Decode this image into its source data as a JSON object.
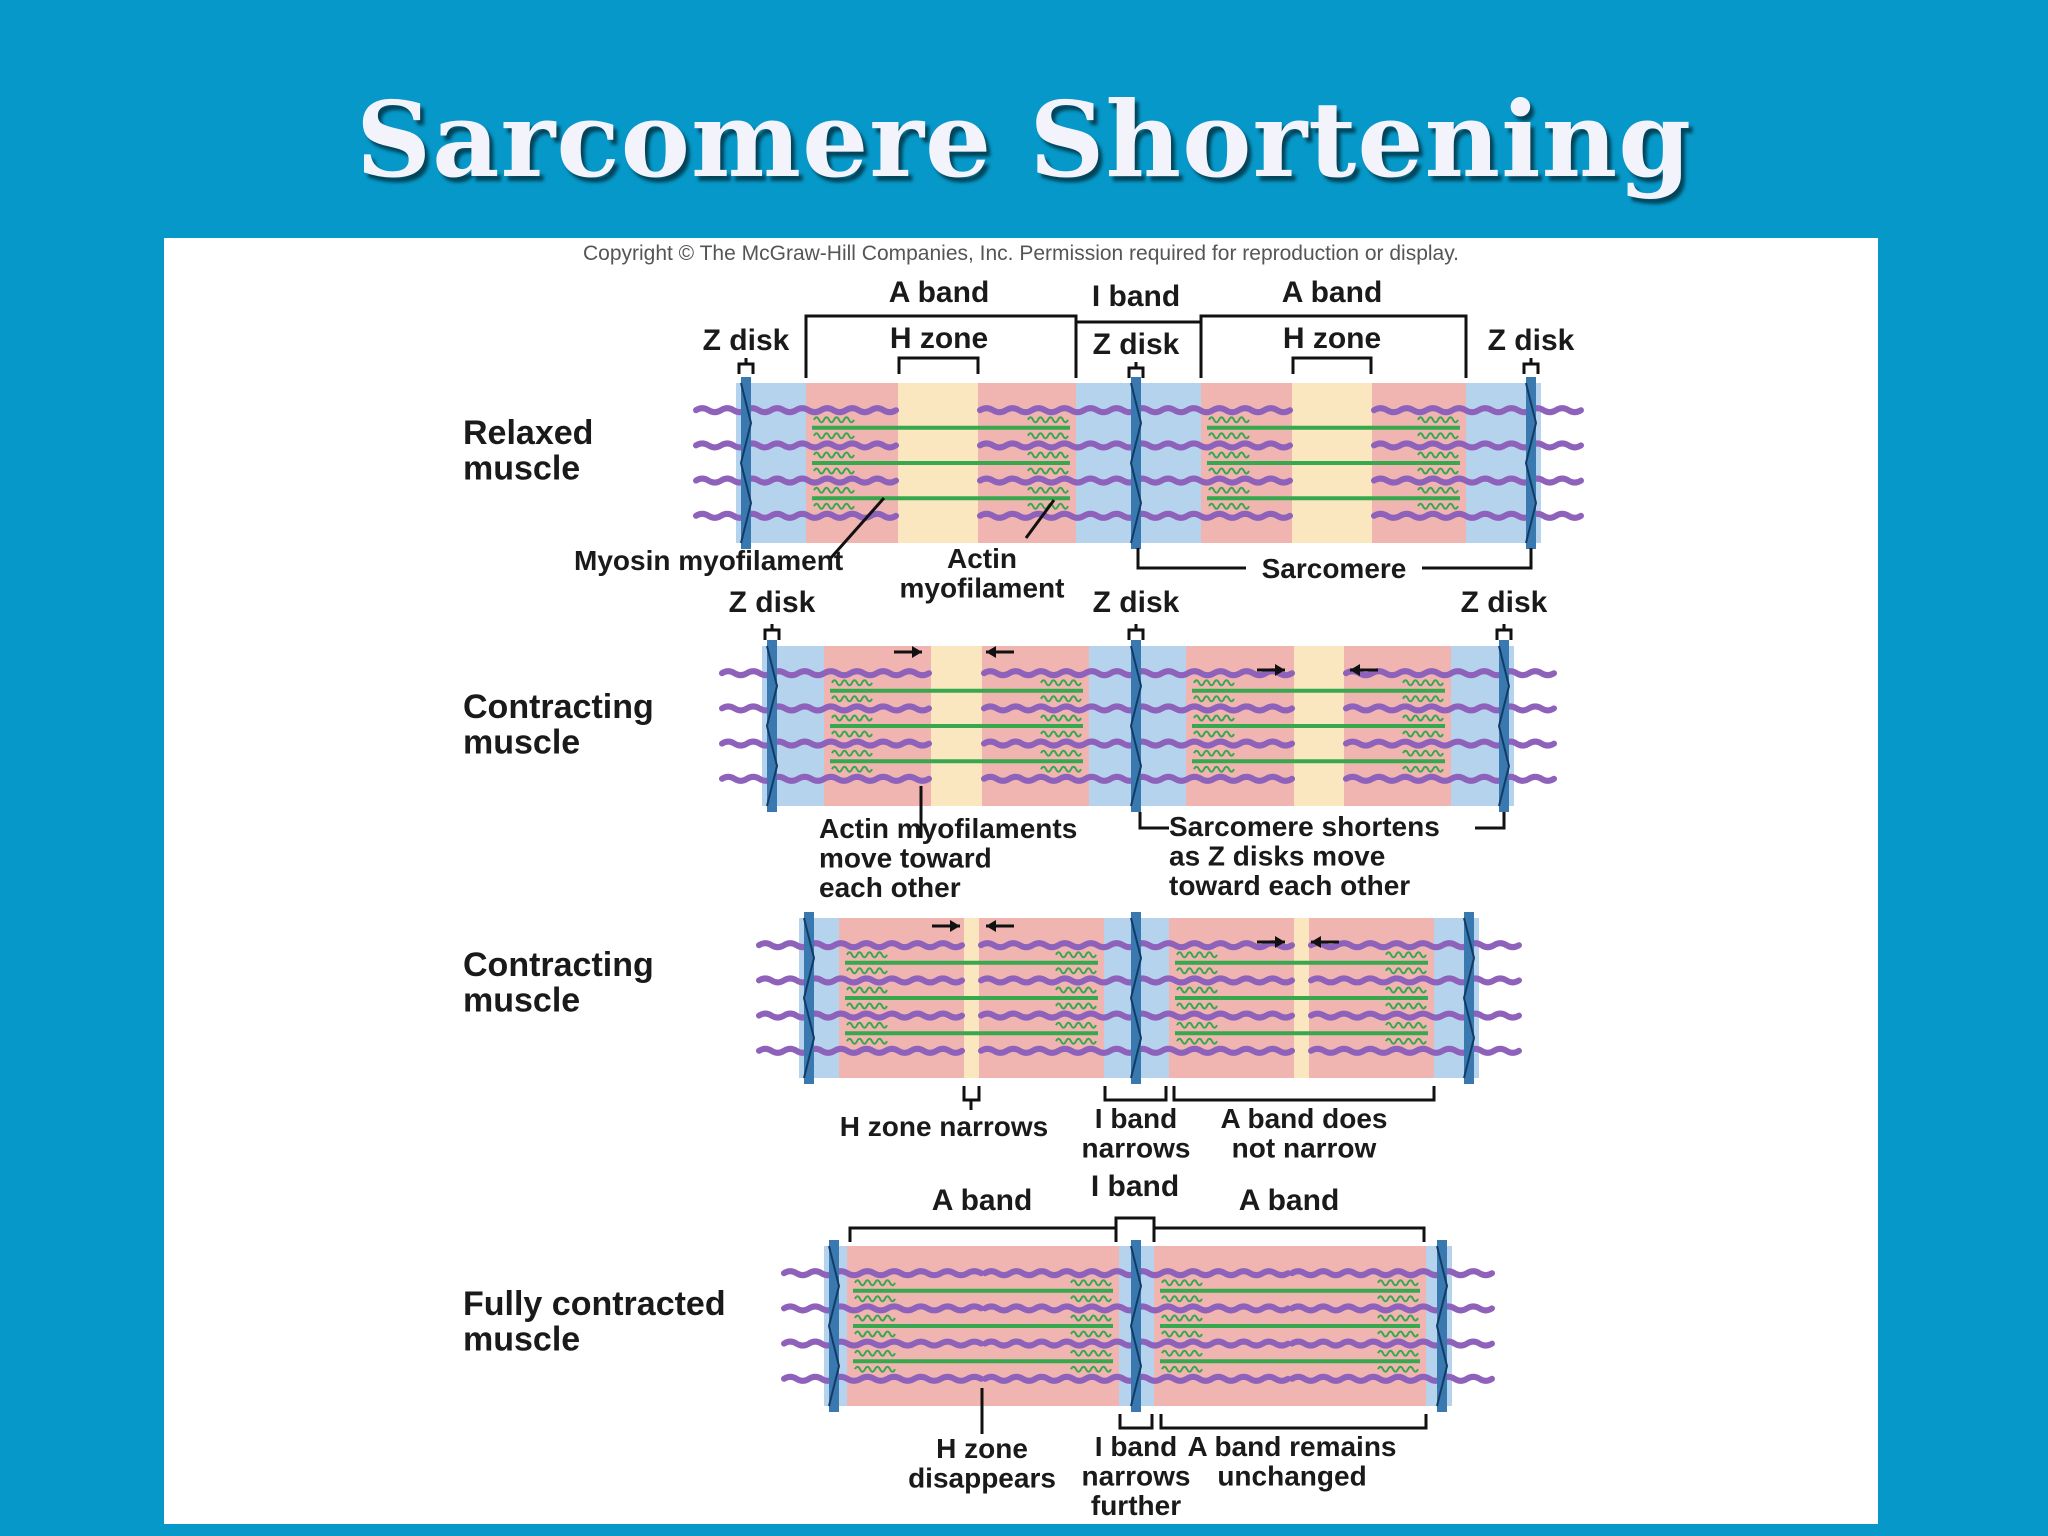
{
  "title": "Sarcomere Shortening",
  "copyright": "Copyright © The McGraw-Hill Companies, Inc. Permission required for reproduction or display.",
  "colors": {
    "background": "#0698c8",
    "i_band": "#b6d3ee",
    "a_band": "#f0b5b0",
    "h_zone": "#fbe7bf",
    "actin": "#8e62bb",
    "myosin": "#37a84e",
    "z_disk": "#3a78b0"
  },
  "stages": {
    "relaxed": {
      "name": "Relaxed\nmuscle",
      "labels": {
        "a_band_left": "A band",
        "a_band_right": "A band",
        "i_band": "I band",
        "h_zone_left": "H zone",
        "h_zone_right": "H zone",
        "z_disk_left": "Z disk",
        "z_disk_mid": "Z disk",
        "z_disk_right": "Z disk",
        "myosin": "Myosin myofilament",
        "actin": "Actin\nmyofilament",
        "sarcomere": "Sarcomere"
      }
    },
    "contracting1": {
      "name": "Contracting\nmuscle",
      "labels": {
        "z_disk_left": "Z disk",
        "z_disk_mid": "Z disk",
        "z_disk_right": "Z disk",
        "actin_note": "Actin myofilaments\nmove toward\neach other",
        "sarcomere_note": "Sarcomere shortens\nas Z disks move\ntoward each other"
      }
    },
    "contracting2": {
      "name": "Contracting\nmuscle",
      "labels": {
        "h_zone_note": "H zone narrows",
        "i_band_note": "I band\nnarrows",
        "a_band_note": "A band does\nnot narrow"
      }
    },
    "full": {
      "name": "Fully contracted\nmuscle",
      "labels": {
        "a_band_left": "A band",
        "a_band_right": "A band",
        "i_band": "I band",
        "h_zone_note": "H zone\ndisappears",
        "i_band_note": "I band\nnarrows\nfurther",
        "a_band_note": "A band remains\nunchanged"
      }
    }
  }
}
